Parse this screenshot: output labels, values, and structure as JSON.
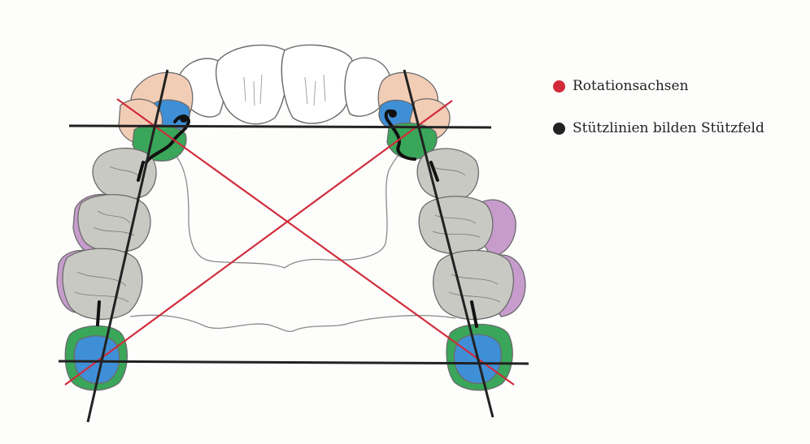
{
  "colors": {
    "rotation_axis": "#d12b3a",
    "support_line": "#222222",
    "incisor_outline": "#6b6b6b",
    "tooth_canine_fill": "#f2cdb6",
    "tooth_rest_fill": "#3f8fd6",
    "tooth_molar_fill": "#c9c9c4",
    "tooth_clasp_green": "#3aa65a",
    "tooth_buccal_purple": "#c79ccc",
    "plate_outline": "#8a8a8a"
  },
  "legend": {
    "items": [
      {
        "label": "Rotationsachsen",
        "color": "#d12b3a",
        "icon": "red-dot"
      },
      {
        "label": "Stützlinien bilden Stützfeld",
        "color": "#222222",
        "icon": "black-dot"
      }
    ]
  }
}
